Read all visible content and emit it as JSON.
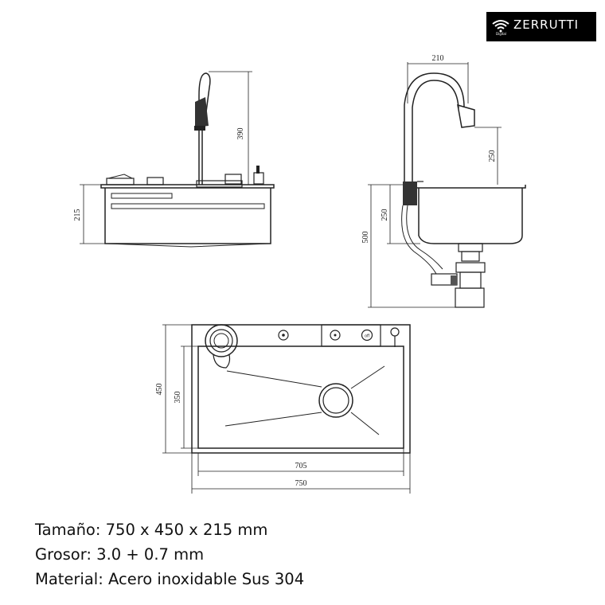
{
  "brand": {
    "name": "ZERRUTTI",
    "sub": "Digital"
  },
  "dimensions": {
    "faucet_height": "390",
    "sink_depth_front": "215",
    "spout_reach": "210",
    "spout_height": "250",
    "bowl_depth_side": "250",
    "total_height_side": "500",
    "top_depth": "450",
    "bowl_depth_top": "350",
    "bowl_width": "705",
    "total_width": "750"
  },
  "controls": {
    "off_label": "off"
  },
  "specs": [
    "Tamaño: 750 x 450 x 215 mm",
    "Grosor: 3.0 + 0.7 mm",
    "Material: Acero inoxidable Sus 304"
  ]
}
